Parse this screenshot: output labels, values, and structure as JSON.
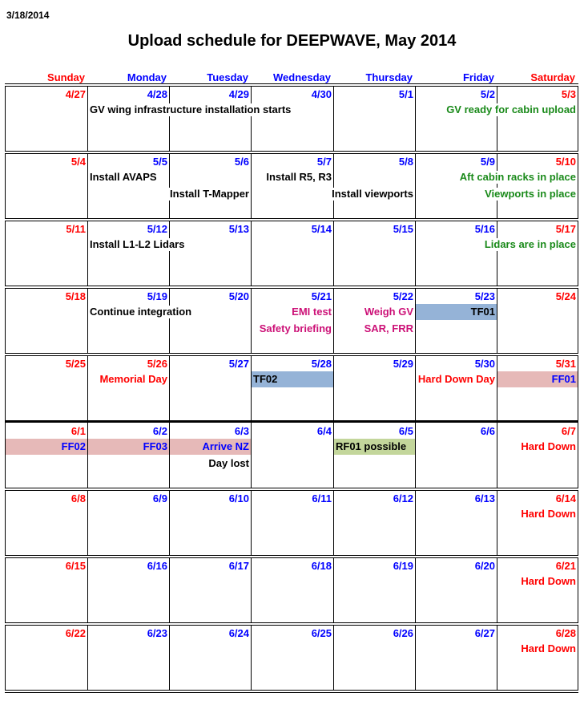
{
  "doc_date": "3/18/2014",
  "title": "Upload schedule for DEEPWAVE, May 2014",
  "colors": {
    "red": "#ff0000",
    "blue": "#0000ff",
    "black": "#000000",
    "green": "#1a8a1a",
    "magenta": "#cc1177",
    "band_blue": "#95b3d7",
    "band_pink": "#e6b9b8",
    "band_green": "#c3d69b"
  },
  "days": [
    {
      "label": "Sunday",
      "color": "red"
    },
    {
      "label": "Monday",
      "color": "blue"
    },
    {
      "label": "Tuesday",
      "color": "blue"
    },
    {
      "label": "Wednesday",
      "color": "blue"
    },
    {
      "label": "Thursday",
      "color": "blue"
    },
    {
      "label": "Friday",
      "color": "blue"
    },
    {
      "label": "Saturday",
      "color": "red"
    }
  ],
  "weeks": [
    {
      "dates": [
        "4/27",
        "4/28",
        "4/29",
        "4/30",
        "5/1",
        "5/2",
        "5/3"
      ],
      "events": [
        {
          "text": "GV wing infrastructure installation starts",
          "col": 1,
          "line": 1,
          "align": "left",
          "color": "black"
        },
        {
          "text": "GV ready for cabin upload",
          "col": 6,
          "line": 1,
          "align": "right",
          "color": "green"
        }
      ]
    },
    {
      "dates": [
        "5/4",
        "5/5",
        "5/6",
        "5/7",
        "5/8",
        "5/9",
        "5/10"
      ],
      "events": [
        {
          "text": "Install AVAPS",
          "col": 1,
          "line": 1,
          "align": "left",
          "color": "black"
        },
        {
          "text": "Install T-Mapper",
          "col": 2,
          "line": 2,
          "align": "right",
          "color": "black"
        },
        {
          "text": "Install R5, R3",
          "col": 3,
          "line": 1,
          "align": "right",
          "color": "black"
        },
        {
          "text": "Install viewports",
          "col": 4,
          "line": 2,
          "align": "right",
          "color": "black"
        },
        {
          "text": "Aft cabin racks in place",
          "col": 6,
          "line": 1,
          "align": "right",
          "color": "green"
        },
        {
          "text": "Viewports in place",
          "col": 6,
          "line": 2,
          "align": "right",
          "color": "green"
        }
      ]
    },
    {
      "dates": [
        "5/11",
        "5/12",
        "5/13",
        "5/14",
        "5/15",
        "5/16",
        "5/17"
      ],
      "events": [
        {
          "text": "Install L1-L2 Lidars",
          "col": 1,
          "line": 1,
          "align": "left",
          "color": "black"
        },
        {
          "text": "Lidars are in place",
          "col": 6,
          "line": 1,
          "align": "right",
          "color": "green"
        }
      ]
    },
    {
      "dates": [
        "5/18",
        "5/19",
        "5/20",
        "5/21",
        "5/22",
        "5/23",
        "5/24"
      ],
      "bands": [
        {
          "from": 5,
          "to": 5,
          "line": 1,
          "color": "band_blue"
        }
      ],
      "events": [
        {
          "text": "Continue integration",
          "col": 1,
          "line": 1,
          "align": "left",
          "color": "black"
        },
        {
          "text": "EMI test",
          "col": 3,
          "line": 1,
          "align": "right",
          "color": "magenta"
        },
        {
          "text": "Safety briefing",
          "col": 3,
          "line": 2,
          "align": "right",
          "color": "magenta"
        },
        {
          "text": "Weigh GV",
          "col": 4,
          "line": 1,
          "align": "right",
          "color": "magenta"
        },
        {
          "text": "SAR, FRR",
          "col": 4,
          "line": 2,
          "align": "right",
          "color": "magenta"
        },
        {
          "text": "TF01",
          "col": 5,
          "line": 1,
          "align": "right",
          "color": "black",
          "nobg": true
        }
      ]
    },
    {
      "dates": [
        "5/25",
        "5/26",
        "5/27",
        "5/28",
        "5/29",
        "5/30",
        "5/31"
      ],
      "date_colors": {
        "1": "red"
      },
      "bands": [
        {
          "from": 3,
          "to": 3,
          "line": 1,
          "color": "band_blue"
        },
        {
          "from": 6,
          "to": 6,
          "line": 1,
          "color": "band_pink"
        }
      ],
      "events": [
        {
          "text": "Memorial Day",
          "col": 1,
          "line": 1,
          "align": "right",
          "color": "red"
        },
        {
          "text": "TF02",
          "col": 3,
          "line": 1,
          "align": "left",
          "color": "black",
          "nobg": true
        },
        {
          "text": "Hard Down Day",
          "col": 5,
          "line": 1,
          "align": "right",
          "color": "red"
        },
        {
          "text": "FF01",
          "col": 6,
          "line": 1,
          "align": "right",
          "color": "blue",
          "nobg": true
        }
      ]
    },
    {
      "dates": [
        "6/1",
        "6/2",
        "6/3",
        "6/4",
        "6/5",
        "6/6",
        "6/7"
      ],
      "bands": [
        {
          "from": 0,
          "to": 2,
          "line": 1,
          "color": "band_pink"
        },
        {
          "from": 4,
          "to": 4,
          "line": 1,
          "color": "band_green"
        }
      ],
      "events": [
        {
          "text": "FF02",
          "col": 0,
          "line": 1,
          "align": "right",
          "color": "blue",
          "nobg": true
        },
        {
          "text": "FF03",
          "col": 1,
          "line": 1,
          "align": "right",
          "color": "blue",
          "nobg": true
        },
        {
          "text": "Arrive NZ",
          "col": 2,
          "line": 1,
          "align": "right",
          "color": "blue",
          "nobg": true
        },
        {
          "text": "Day lost",
          "col": 2,
          "line": 2,
          "align": "right",
          "color": "black"
        },
        {
          "text": "RF01 possible",
          "col": 4,
          "line": 1,
          "align": "left",
          "color": "black",
          "nobg": true
        },
        {
          "text": "Hard Down",
          "col": 6,
          "line": 1,
          "align": "right",
          "color": "red"
        }
      ]
    },
    {
      "dates": [
        "6/8",
        "6/9",
        "6/10",
        "6/11",
        "6/12",
        "6/13",
        "6/14"
      ],
      "events": [
        {
          "text": "Hard Down",
          "col": 6,
          "line": 1,
          "align": "right",
          "color": "red"
        }
      ]
    },
    {
      "dates": [
        "6/15",
        "6/16",
        "6/17",
        "6/18",
        "6/19",
        "6/20",
        "6/21"
      ],
      "events": [
        {
          "text": "Hard Down",
          "col": 6,
          "line": 1,
          "align": "right",
          "color": "red"
        }
      ]
    },
    {
      "dates": [
        "6/22",
        "6/23",
        "6/24",
        "6/25",
        "6/26",
        "6/27",
        "6/28"
      ],
      "events": [
        {
          "text": "Hard Down",
          "col": 6,
          "line": 1,
          "align": "right",
          "color": "red"
        }
      ]
    }
  ]
}
